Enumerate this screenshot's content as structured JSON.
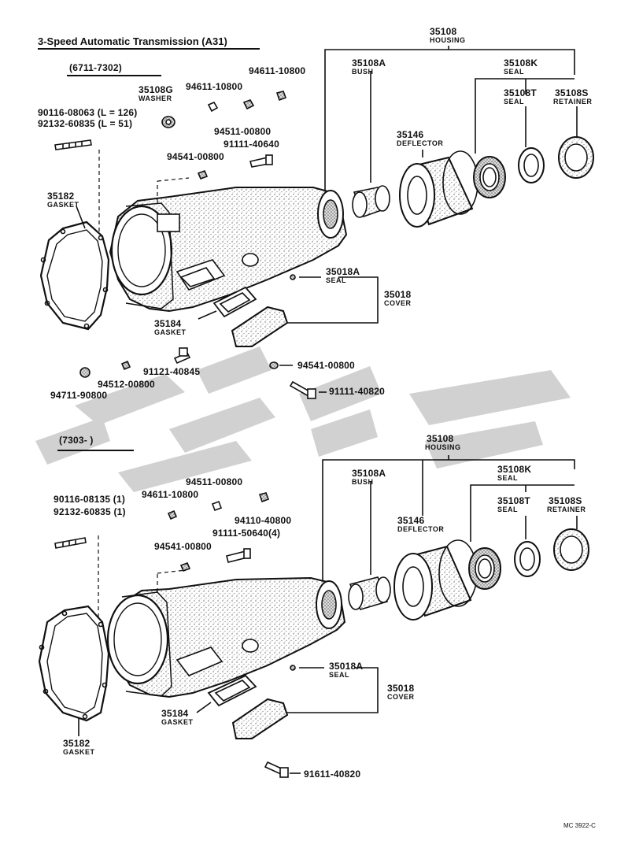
{
  "title": "3-Speed Automatic Transmission (A31)",
  "drawing_ref": "MC 3922-C",
  "colors": {
    "ink": "#111111",
    "shade": "#9a9a9a",
    "watermark": "#c9c9c9"
  },
  "top": {
    "range": "(6711-7302)",
    "labels": {
      "housing": {
        "num": "35108",
        "name": "HOUSING"
      },
      "bush": {
        "num": "35108A",
        "name": "BUSH"
      },
      "seal_k": {
        "num": "35108K",
        "name": "SEAL"
      },
      "seal_t": {
        "num": "35108T",
        "name": "SEAL"
      },
      "retainer": {
        "num": "35108S",
        "name": "RETAINER"
      },
      "deflector": {
        "num": "35146",
        "name": "DEFLECTOR"
      },
      "washer": {
        "num": "35108G",
        "name": "WASHER"
      },
      "nut_a": "94611-10800",
      "nut_b": "94611-10800",
      "stud_1": "90116-08063 (L = 126)",
      "stud_2": "92132-60835 (L = 51)",
      "washer_b": "94511-00800",
      "bolt_a": "91111-40640",
      "washer_c": "94541-00800",
      "gasket": {
        "num": "35182",
        "name": "GASKET"
      },
      "cover_seal": {
        "num": "35018A",
        "name": "SEAL"
      },
      "cover": {
        "num": "35018",
        "name": "COVER"
      },
      "cover_gasket": {
        "num": "35184",
        "name": "GASKET"
      },
      "bolt_b": "91121-40845",
      "washer_d": "94512-00800",
      "nut_c": "94711-90800",
      "washer_e": "94541-00800",
      "bolt_c": "91111-40820"
    }
  },
  "bottom": {
    "range": "(7303-        )",
    "labels": {
      "housing": {
        "num": "35108",
        "name": "HOUSING"
      },
      "bush": {
        "num": "35108A",
        "name": "BUSH"
      },
      "seal_k": {
        "num": "35108K",
        "name": "SEAL"
      },
      "seal_t": {
        "num": "35108T",
        "name": "SEAL"
      },
      "retainer": {
        "num": "35108S",
        "name": "RETAINER"
      },
      "deflector": {
        "num": "35146",
        "name": "DEFLECTOR"
      },
      "washer_b": "94511-00800",
      "nut_a": "94611-10800",
      "stud_1": "90116-08135 (1)",
      "stud_2": "92132-60835 (1)",
      "nut_b": "94110-40800",
      "bolt_a": "91111-50640(4)",
      "washer_c": "94541-00800",
      "cover_seal": {
        "num": "35018A",
        "name": "SEAL"
      },
      "cover": {
        "num": "35018",
        "name": "COVER"
      },
      "cover_gasket": {
        "num": "35184",
        "name": "GASKET"
      },
      "gasket": {
        "num": "35182",
        "name": "GASKET"
      },
      "bolt_c": "91611-40820"
    }
  }
}
